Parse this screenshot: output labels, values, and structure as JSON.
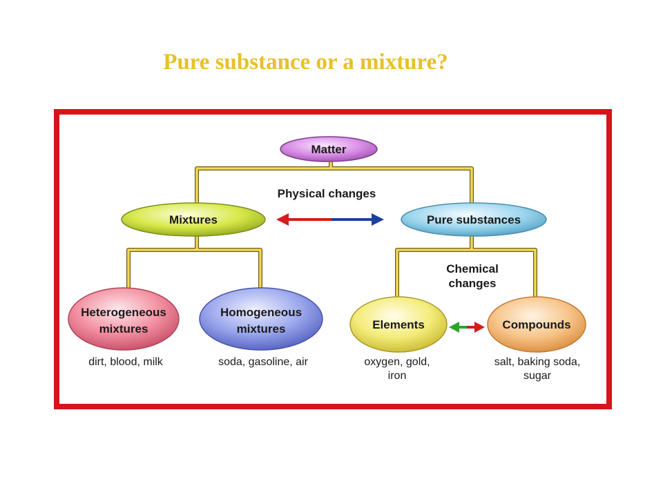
{
  "title": "Pure substance or a mixture?",
  "colors": {
    "title": "#e8c02a",
    "frame": "#d8141b",
    "connector": "#e8c84a",
    "matter": "#d98ee6",
    "mixtures": "#d7e84a",
    "pure": "#9fd7ee",
    "heterogeneous": "#f28fa0",
    "homogeneous": "#9aa6ec",
    "elements": "#f4ec7a",
    "compounds": "#f7c489"
  },
  "nodes": {
    "matter": "Matter",
    "mixtures": "Mixtures",
    "pure": "Pure substances",
    "heterogeneous": [
      "Heterogeneous",
      "mixtures"
    ],
    "homogeneous": [
      "Homogeneous",
      "mixtures"
    ],
    "elements": "Elements",
    "compounds": "Compounds"
  },
  "labels": {
    "physical": "Physical changes",
    "chemical": [
      "Chemical",
      "changes"
    ]
  },
  "examples": {
    "heterogeneous": [
      "dirt, blood, milk"
    ],
    "homogeneous": [
      "soda, gasoline, air"
    ],
    "elements": [
      "oxygen, gold,",
      "iron"
    ],
    "compounds": [
      "salt, baking soda,",
      "sugar"
    ]
  }
}
